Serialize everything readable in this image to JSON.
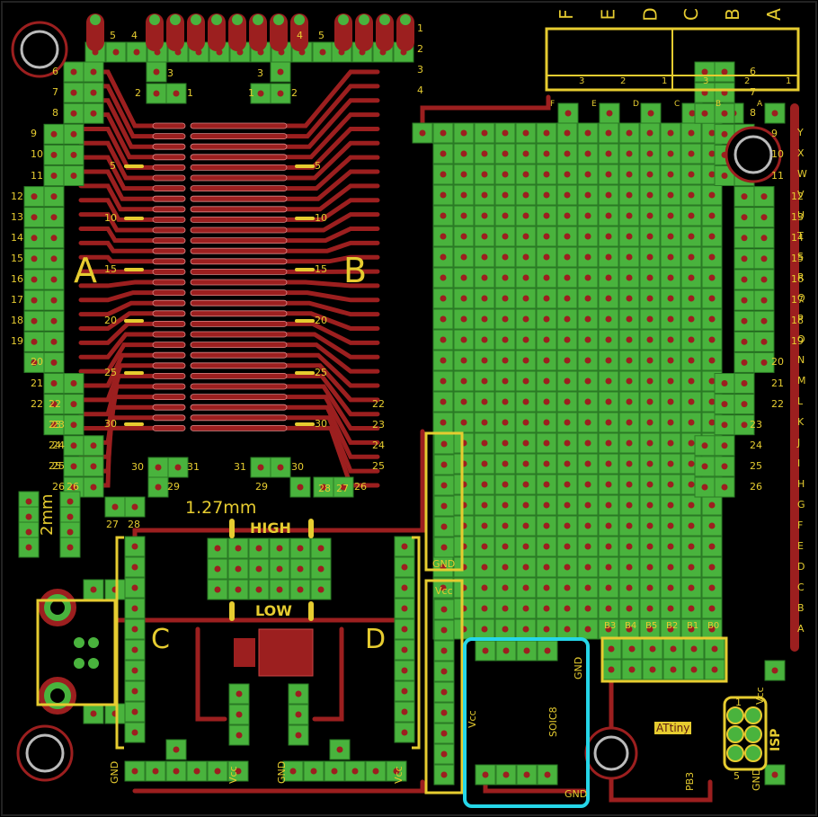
{
  "colors": {
    "background": "#000000",
    "trace": "#9c1f1f",
    "pad": "#49b33d",
    "silkscreen": "#e6cc30",
    "highlight": "#25d6e8"
  },
  "labels": {
    "big_a": "A",
    "big_b": "B",
    "big_c": "C",
    "big_d": "D",
    "pitch": "1.27mm",
    "high": "HIGH",
    "low": "LOW",
    "two_mm": "2mm",
    "gnd": "GND",
    "vcc": "Vcc",
    "soic8": "SOIC8",
    "attiny": "ATtiny",
    "isp": "ISP",
    "pb3": "PB3"
  },
  "pin_numbers": {
    "top_left": [
      "5",
      "4"
    ],
    "top_right": [
      "4",
      "5"
    ],
    "inner_top_left": [
      "3",
      "2",
      "1"
    ],
    "inner_top_right": [
      "3",
      "1",
      "2"
    ],
    "left_column": [
      "6",
      "7",
      "8",
      "9",
      "10",
      "11",
      "12",
      "13",
      "14",
      "15",
      "16",
      "17",
      "18",
      "19",
      "20",
      "21",
      "22",
      "23",
      "24",
      "25",
      "26",
      "27",
      "28",
      "29",
      "30",
      "31"
    ],
    "center_marks": [
      "5",
      "10",
      "15",
      "20",
      "25",
      "30"
    ]
  },
  "header_letters": [
    "F",
    "E",
    "D",
    "C",
    "B",
    "A"
  ],
  "header_numbers": [
    "3",
    "2",
    "1",
    "3",
    "2",
    "1"
  ],
  "row_numbers": [
    "1",
    "2",
    "3",
    "4"
  ],
  "grid_rows": [
    "Y",
    "X",
    "W",
    "V",
    "U",
    "T",
    "S",
    "R",
    "Q",
    "P",
    "O",
    "N",
    "M",
    "L",
    "K",
    "J",
    "I",
    "H",
    "G",
    "F",
    "E",
    "D",
    "C",
    "B",
    "A"
  ],
  "grid_top_letters": [
    "F",
    "E",
    "D",
    "C",
    "B",
    "A"
  ],
  "port_b_labels": [
    "B3",
    "B4",
    "B5",
    "B2",
    "B1",
    "B0"
  ],
  "isp_pins": [
    "1",
    "5"
  ]
}
